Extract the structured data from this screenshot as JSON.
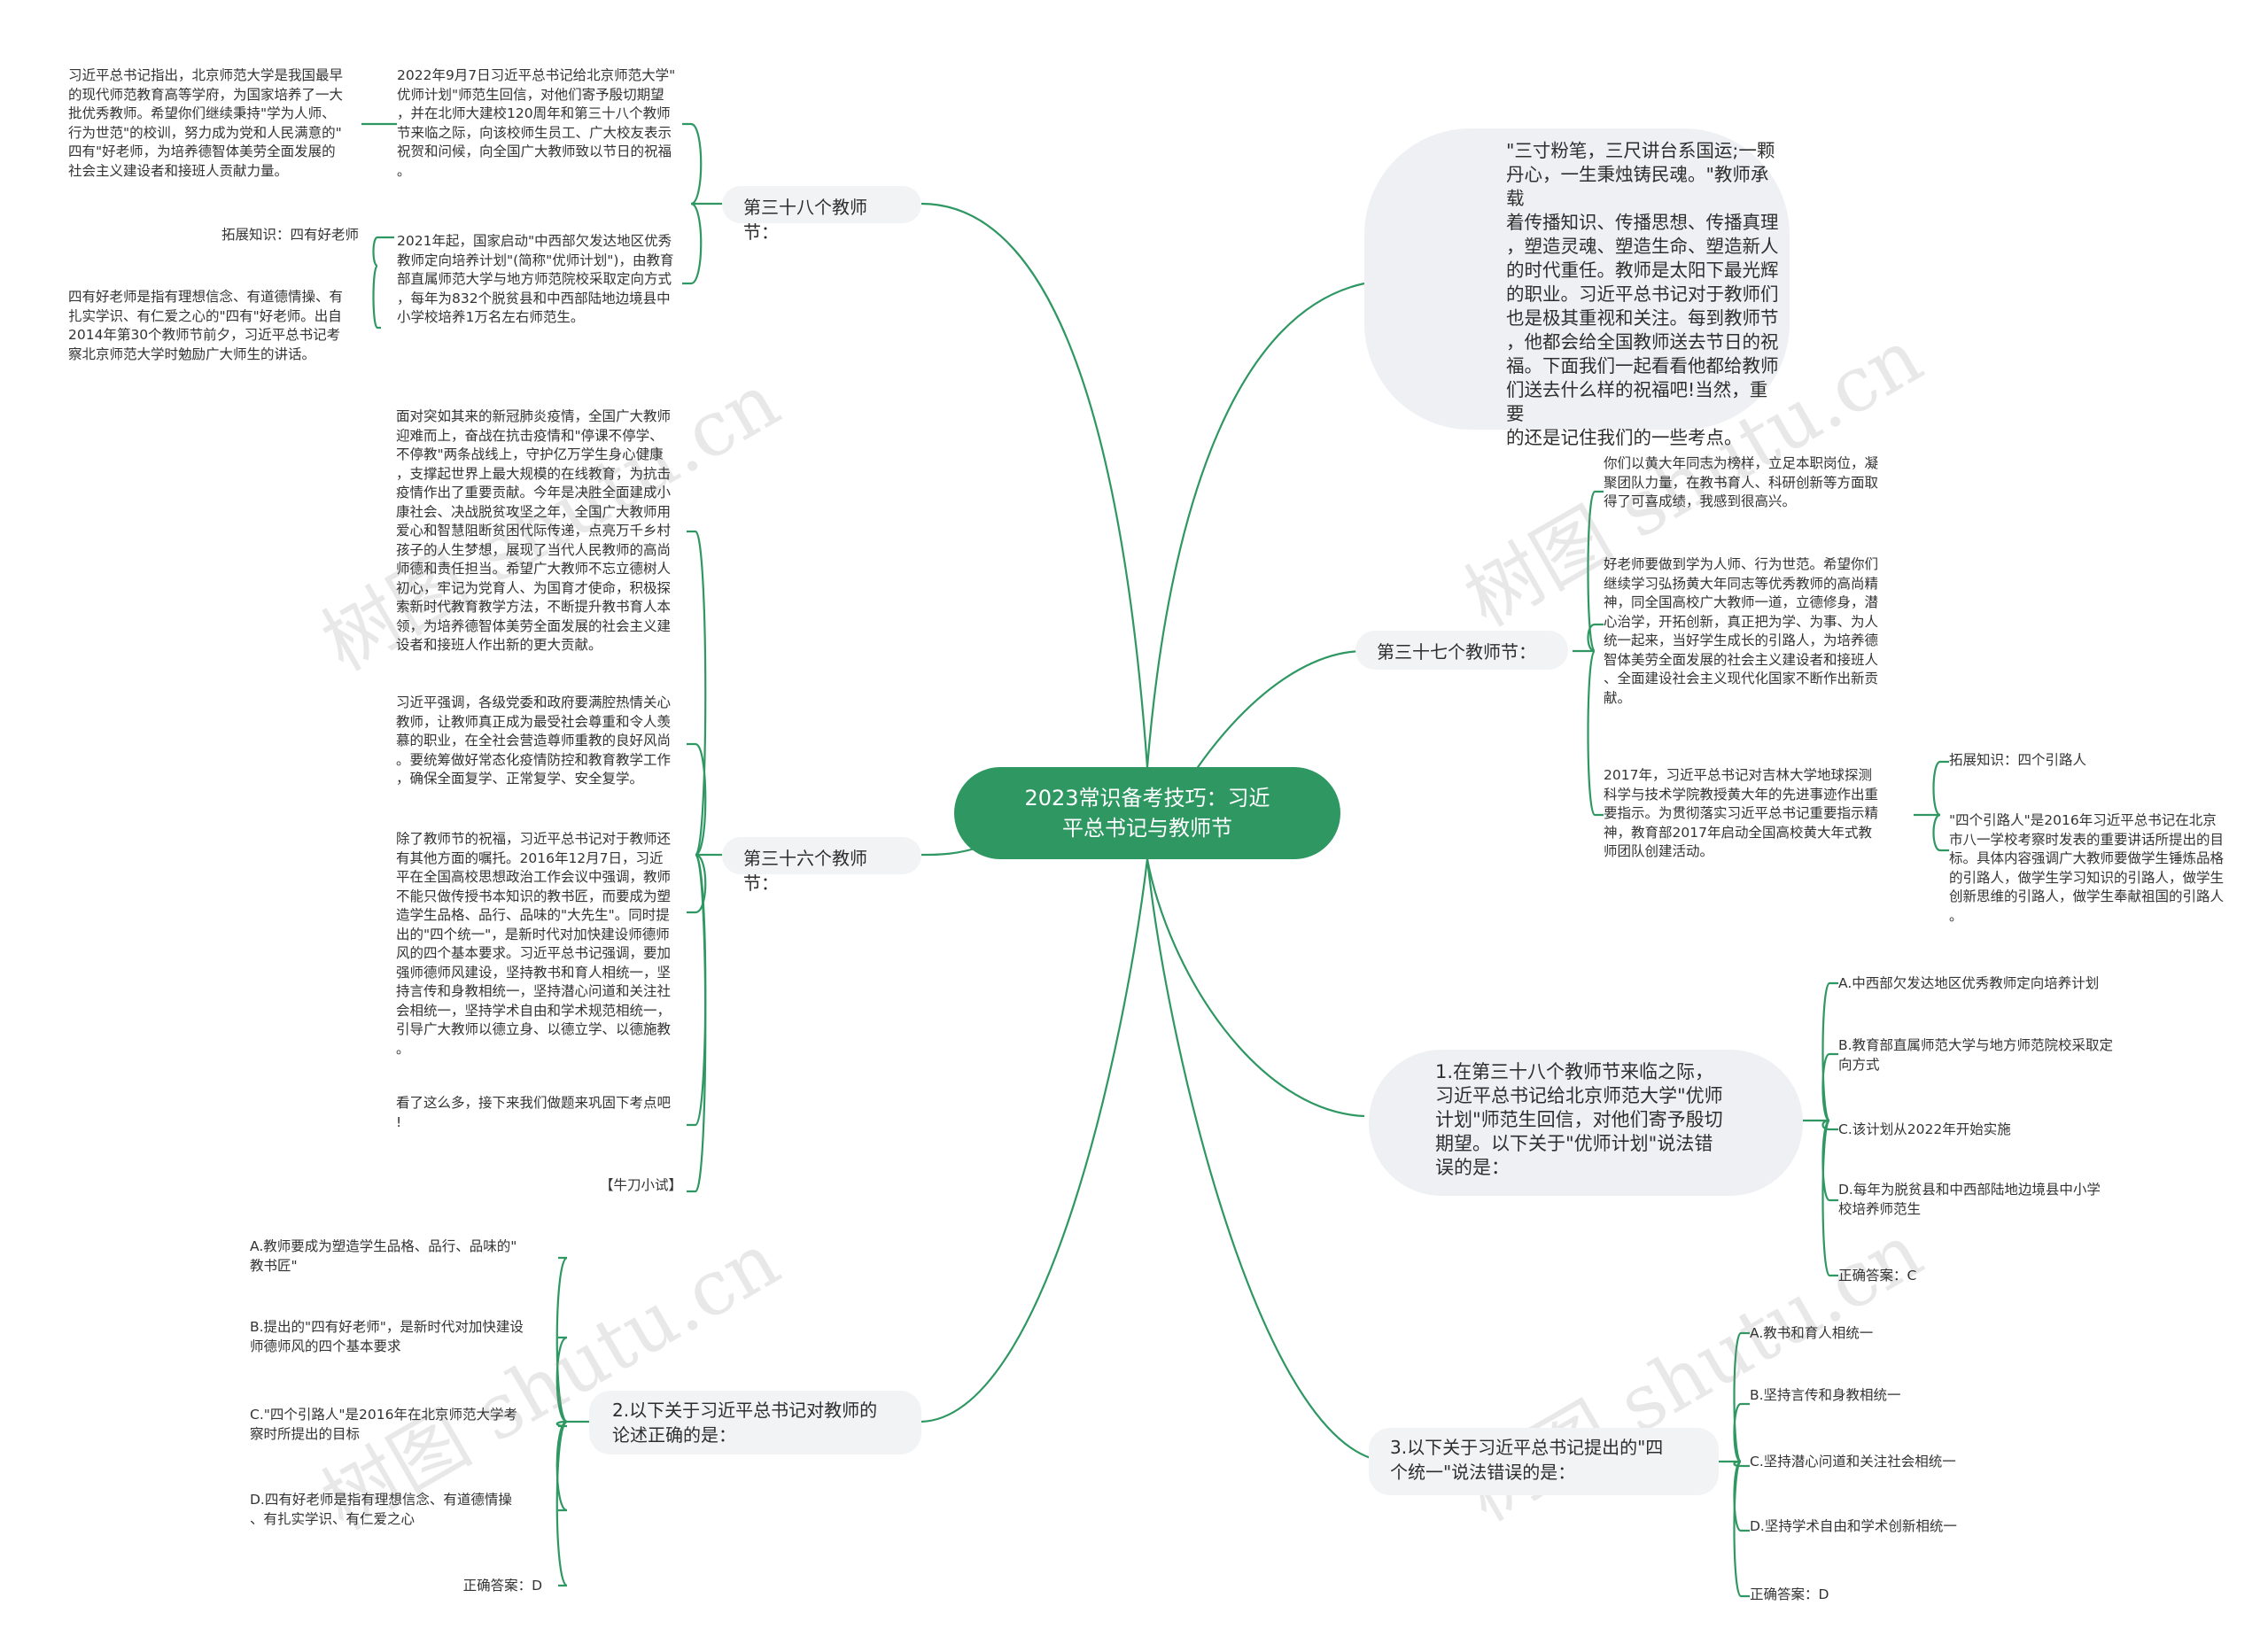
{
  "center": "2023常识备考技巧：习近\n平总书记与教师节",
  "intro": "\"三寸粉笔，三尺讲台系国运;一颗\n丹心，一生秉烛铸民魂。\"教师承载\n着传播知识、传播思想、传播真理\n，塑造灵魂、塑造生命、塑造新人\n的时代重任。教师是太阳下最光辉\n的职业。习近平总书记对于教师们\n也是极其重视和关注。每到教师节\n，他都会给全国教师送去节日的祝\n福。下面我们一起看看他都给教师\n们送去什么样的祝福吧!当然，重要\n的还是记住我们的一些考点。",
  "b38": {
    "label": "第三十八个教师节：",
    "leaf1": "2022年9月7日习近平总书记给北京师范大学\"\n优师计划\"师范生回信，对他们寄予殷切期望\n，并在北师大建校120周年和第三十八个教师\n节来临之际，向该校师生员工、广大校友表示\n祝贺和问候，向全国广大教师致以节日的祝福\n。",
    "leaf1_child": "习近平总书记指出，北京师范大学是我国最早\n的现代师范教育高等学府，为国家培养了一大\n批优秀教师。希望你们继续秉持\"学为人师、\n行为世范\"的校训，努力成为党和人民满意的\"\n四有\"好老师，为培养德智体美劳全面发展的\n社会主义建设者和接班人贡献力量。",
    "leaf2": "2021年起，国家启动\"中西部欠发达地区优秀\n教师定向培养计划\"(简称\"优师计划\")，由教育\n部直属师范大学与地方师范院校采取定向方式\n，每年为832个脱贫县和中西部陆地边境县中\n小学校培养1万名左右师范生。",
    "leaf2_title": "拓展知识：四有好老师",
    "leaf2_child": "四有好老师是指有理想信念、有道德情操、有\n扎实学识、有仁爱之心的\"四有\"好老师。出自\n2014年第30个教师节前夕，习近平总书记考\n察北京师范大学时勉励广大师生的讲话。"
  },
  "b36": {
    "label": "第三十六个教师节：",
    "leaf1": "面对突如其来的新冠肺炎疫情，全国广大教师\n迎难而上，奋战在抗击疫情和\"停课不停学、\n不停教\"两条战线上，守护亿万学生身心健康\n，支撑起世界上最大规模的在线教育，为抗击\n疫情作出了重要贡献。今年是决胜全面建成小\n康社会、决战脱贫攻坚之年，全国广大教师用\n爱心和智慧阻断贫困代际传递，点亮万千乡村\n孩子的人生梦想，展现了当代人民教师的高尚\n师德和责任担当。希望广大教师不忘立德树人\n初心，牢记为党育人、为国育才使命，积极探\n索新时代教育教学方法，不断提升教书育人本\n领，为培养德智体美劳全面发展的社会主义建\n设者和接班人作出新的更大贡献。",
    "leaf2": "习近平强调，各级党委和政府要满腔热情关心\n教师，让教师真正成为最受社会尊重和令人羡\n慕的职业，在全社会营造尊师重教的良好风尚\n。要统筹做好常态化疫情防控和教育教学工作\n，确保全面复学、正常复学、安全复学。",
    "leaf3": "除了教师节的祝福，习近平总书记对于教师还\n有其他方面的嘱托。2016年12月7日，习近\n平在全国高校思想政治工作会议中强调，教师\n不能只做传授书本知识的教书匠，而要成为塑\n造学生品格、品行、品味的\"大先生\"。同时提\n出的\"四个统一\"，是新时代对加快建设师德师\n风的四个基本要求。习近平总书记强调，要加\n强师德师风建设，坚持教书和育人相统一，坚\n持言传和身教相统一，坚持潜心问道和关注社\n会相统一，坚持学术自由和学术规范相统一，\n引导广大教师以德立身、以德立学、以德施教\n。",
    "leaf4": "看了这么多，接下来我们做题来巩固下考点吧\n!",
    "leaf5": "【牛刀小试】"
  },
  "b37": {
    "label": "第三十七个教师节：",
    "leaf1": "你们以黄大年同志为榜样，立足本职岗位，凝\n聚团队力量，在教书育人、科研创新等方面取\n得了可喜成绩，我感到很高兴。",
    "leaf2": "好老师要做到学为人师、行为世范。希望你们\n继续学习弘扬黄大年同志等优秀教师的高尚精\n神，同全国高校广大教师一道，立德修身，潜\n心治学，开拓创新，真正把为学、为事、为人\n统一起来，当好学生成长的引路人，为培养德\n智体美劳全面发展的社会主义建设者和接班人\n、全面建设社会主义现代化国家不断作出新贡\n献。",
    "leaf3": "2017年，习近平总书记对吉林大学地球探测\n科学与技术学院教授黄大年的先进事迹作出重\n要指示。为贯彻落实习近平总书记重要指示精\n神，教育部2017年启动全国高校黄大年式教\n师团队创建活动。",
    "leaf3_title": "拓展知识：四个引路人",
    "leaf3_child": "\"四个引路人\"是2016年习近平总书记在北京\n市八一学校考察时发表的重要讲话所提出的目\n标。具体内容强调广大教师要做学生锤炼品格\n的引路人，做学生学习知识的引路人，做学生\n创新思维的引路人，做学生奉献祖国的引路人\n。"
  },
  "q1": {
    "label": "1.在第三十八个教师节来临之际，\n习近平总书记给北京师范大学\"优师\n计划\"师范生回信，对他们寄予殷切\n期望。以下关于\"优师计划\"说法错\n误的是：",
    "options": [
      "A.中西部欠发达地区优秀教师定向培养计划",
      "B.教育部直属师范大学与地方师范院校采取定\n向方式",
      "C.该计划从2022年开始实施",
      "D.每年为脱贫县和中西部陆地边境县中小学\n校培养师范生",
      "正确答案：C"
    ]
  },
  "q2": {
    "label": "2.以下关于习近平总书记对教师的\n论述正确的是：",
    "options": [
      "A.教师要成为塑造学生品格、品行、品味的\"\n教书匠\"",
      "B.提出的\"四有好老师\"，是新时代对加快建设\n师德师风的四个基本要求",
      "C.\"四个引路人\"是2016年在北京师范大学考\n察时所提出的目标",
      "D.四有好老师是指有理想信念、有道德情操\n、有扎实学识、有仁爱之心",
      "正确答案：D"
    ]
  },
  "q3": {
    "label": "3.以下关于习近平总书记提出的\"四\n个统一\"说法错误的是：",
    "options": [
      "A.教书和育人相统一",
      "B.坚持言传和身教相统一",
      "C.坚持潜心问道和关注社会相统一",
      "D.坚持学术自由和学术创新相统一",
      "正确答案：D"
    ]
  },
  "watermarks": [
    "树图 shutu.cn",
    "树图 shutu.cn",
    "树图 shutu.cn",
    "树图 shutu.cn"
  ],
  "colors": {
    "branch": "#2e9762",
    "center_bg": "#2e9762",
    "node_bg": "#f1f3f5"
  }
}
